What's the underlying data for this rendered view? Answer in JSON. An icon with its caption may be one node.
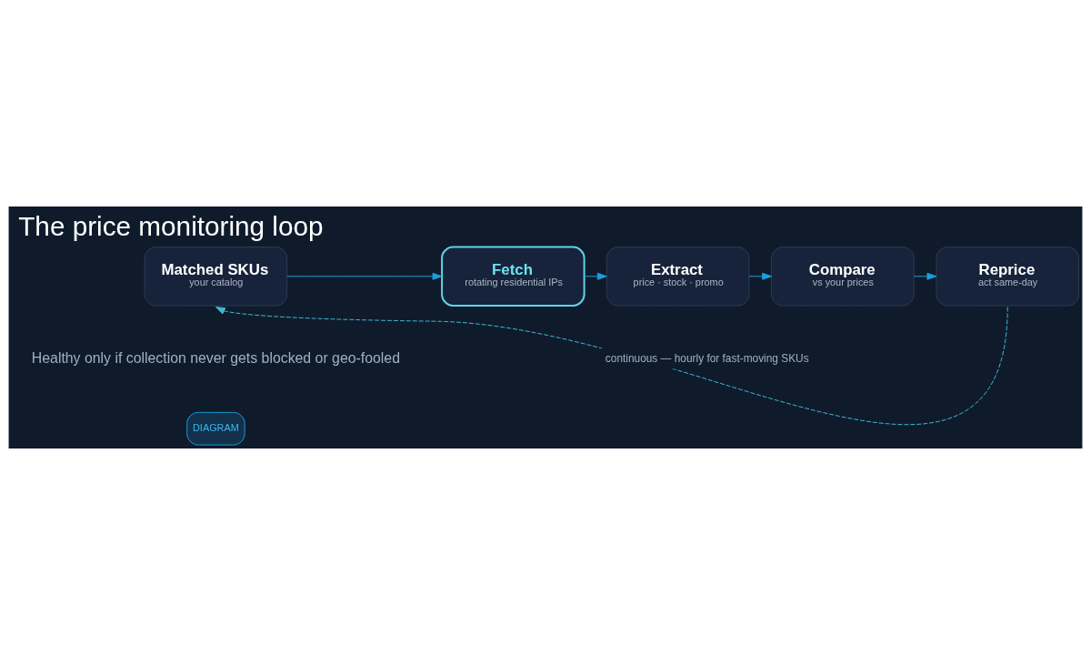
{
  "diagram": {
    "title": "The price monitoring loop",
    "nodes": [
      {
        "text": [
          "Matched SKUs",
          "your catalog"
        ]
      },
      {
        "text": [
          "Fetch",
          "rotating residential IPs"
        ]
      },
      {
        "text": [
          "Extract",
          "price · stock · promo"
        ]
      },
      {
        "text": [
          "Compare",
          "vs your prices"
        ]
      },
      {
        "text": [
          "Reprice",
          "act same-day"
        ]
      }
    ],
    "edges": [
      {
        "from": 0,
        "to": 1,
        "arrow": "to"
      },
      {
        "from": 1,
        "to": 2,
        "arrow": "to"
      },
      {
        "from": 2,
        "to": 3,
        "arrow": "to"
      },
      {
        "from": 3,
        "to": 4,
        "arrow": "to"
      },
      {
        "from": 4,
        "to": 0,
        "arrow": "to",
        "style": "dashed",
        "color": "#3fb6d6",
        "label": "continuous — hourly for fast-moving SKUs"
      }
    ],
    "labels": [
      "DIAGRAM",
      "Healthy only if collection never gets blocked or geo-fooled"
    ]
  }
}
